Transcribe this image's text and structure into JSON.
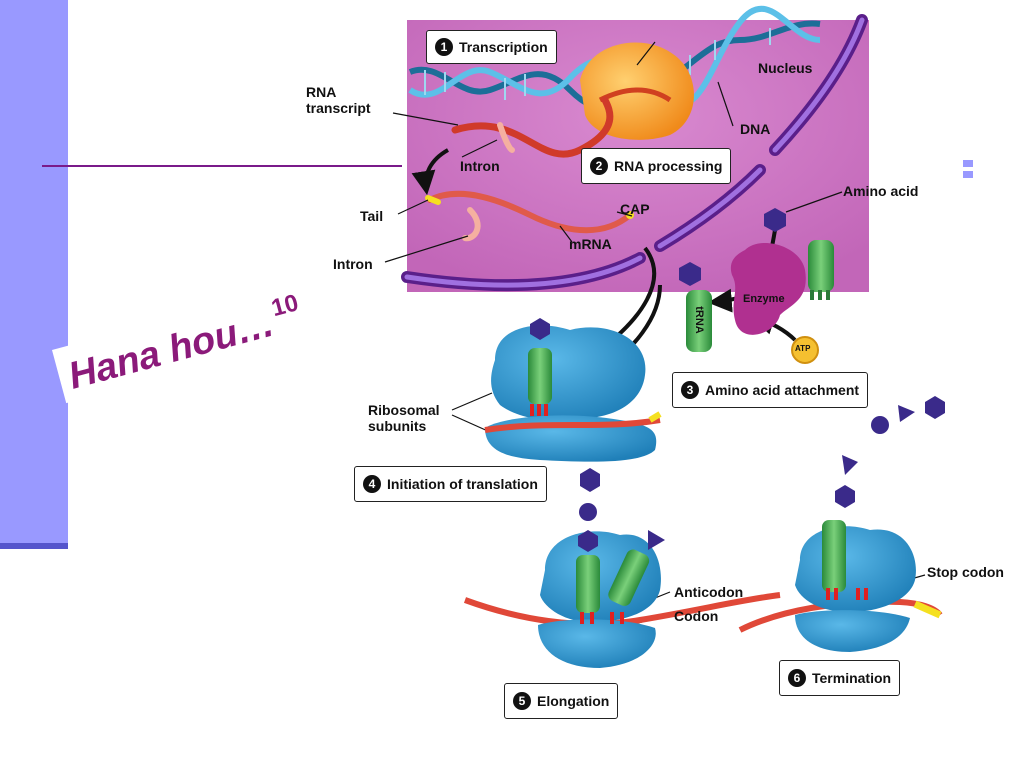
{
  "slogan": {
    "text": "Hana hou…",
    "superscript": "10"
  },
  "labels": {
    "nucleus": "Nucleus",
    "dna": "DNA",
    "rna_transcript_line1": "RNA",
    "rna_transcript_line2": "transcript",
    "intron_top": "Intron",
    "tail": "Tail",
    "cap": "CAP",
    "mrna": "mRNA",
    "intron_bottom": "Intron",
    "amino_acid": "Amino acid",
    "enzyme": "Enzyme",
    "trna": "tRNA",
    "atp": "ATP",
    "ribosomal_line1": "Ribosomal",
    "ribosomal_line2": "subunits",
    "anticodon": "Anticodon",
    "codon": "Codon",
    "stop_codon": "Stop codon"
  },
  "steps": [
    {
      "num": "1",
      "label": "Transcription"
    },
    {
      "num": "2",
      "label": "RNA processing"
    },
    {
      "num": "3",
      "label": "Amino acid attachment"
    },
    {
      "num": "4",
      "label": "Initiation of translation"
    },
    {
      "num": "5",
      "label": "Elongation"
    },
    {
      "num": "6",
      "label": "Termination"
    }
  ],
  "colors": {
    "sidebar": "#9999ff",
    "nucleus": "#c870c0",
    "nuclear_envelope": "#6a2a9a",
    "dna": "#2a8ab0",
    "ribosome": "#2a90c8",
    "trna": "#3aaa4a",
    "amino_acid": "#3a2a8a",
    "mrna": "#e05040",
    "enzyme": "#b03090",
    "slogan": "#8b1a7a"
  }
}
